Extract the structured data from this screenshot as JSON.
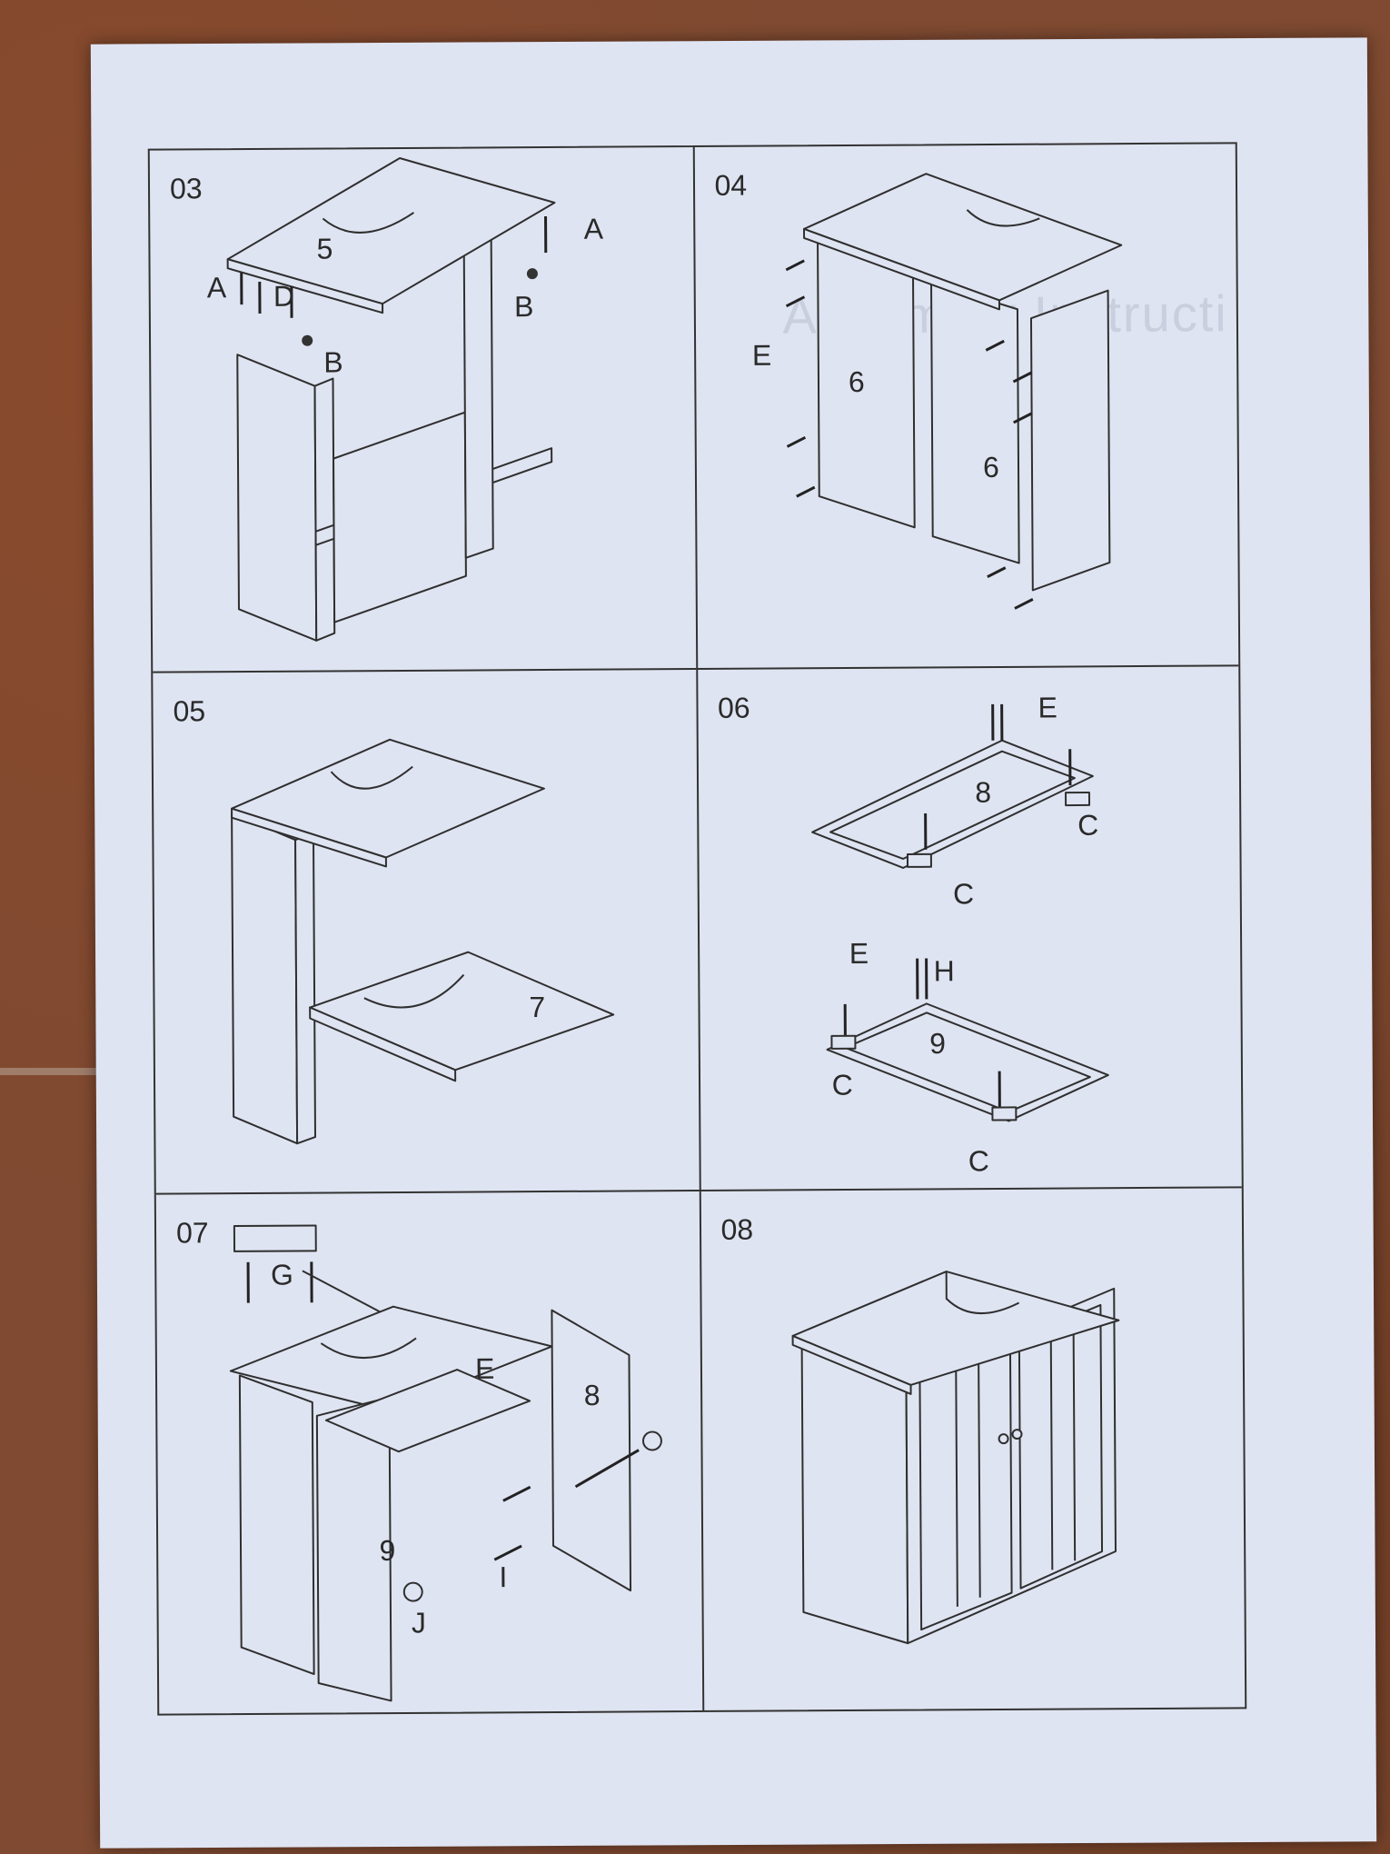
{
  "background_colors": {
    "floor": "#7f4a31",
    "paper": "#dfe4f2",
    "ink": "#2f2f2f"
  },
  "ghost_text": "Assembly Instructi",
  "steps": [
    {
      "number": "03",
      "labels": {
        "panel": "5",
        "a1": "A",
        "a2": "A",
        "d": "D",
        "b1": "B",
        "b2": "B"
      }
    },
    {
      "number": "04",
      "labels": {
        "e": "E",
        "panel1": "6",
        "panel2": "6"
      }
    },
    {
      "number": "05",
      "labels": {
        "panel": "7"
      }
    },
    {
      "number": "06",
      "labels": {
        "e1": "E",
        "door1": "8",
        "c1": "C",
        "c2": "C",
        "e2": "E",
        "h": "H",
        "door2": "9",
        "c3": "C",
        "c4": "C"
      }
    },
    {
      "number": "07",
      "labels": {
        "g": "G",
        "e": "E",
        "door8": "8",
        "door9": "9",
        "i": "I",
        "j": "J"
      }
    },
    {
      "number": "08",
      "labels": {}
    }
  ]
}
